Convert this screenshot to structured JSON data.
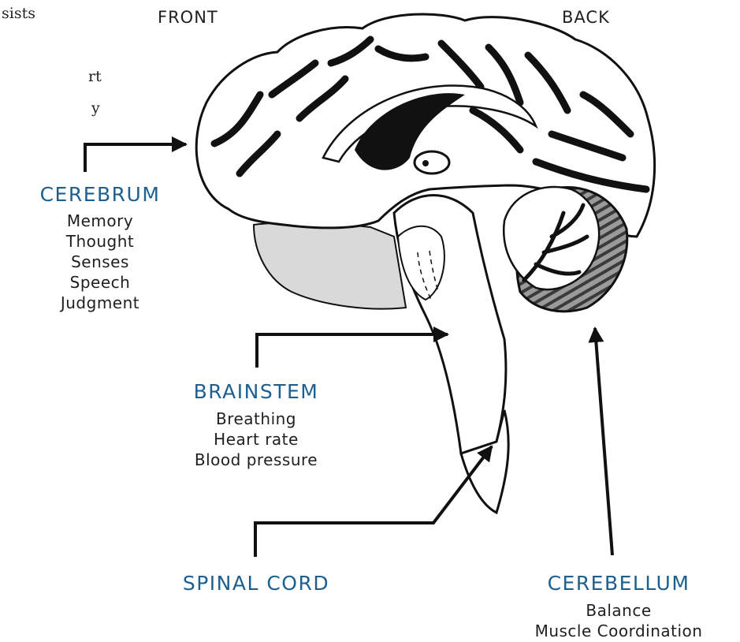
{
  "left_text_fragments": [
    "sists",
    "rt",
    "y"
  ],
  "orientation": {
    "front": "FRONT",
    "back": "BACK"
  },
  "regions": {
    "cerebrum": {
      "label": "CEREBRUM",
      "functions": [
        "Memory",
        "Thought",
        "Senses",
        "Speech",
        "Judgment"
      ]
    },
    "brainstem": {
      "label": "BRAINSTEM",
      "functions": [
        "Breathing",
        "Heart rate",
        "Blood pressure"
      ]
    },
    "spinal_cord": {
      "label": "SPINAL CORD"
    },
    "cerebellum": {
      "label": "CEREBELLUM",
      "functions": [
        "Balance",
        "Muscle Coordination"
      ]
    }
  },
  "colors": {
    "label": "#1d5f8f",
    "ink": "#111111",
    "shade": "#d9d9d9",
    "cerebellum_stripe": "#8a8a8a"
  }
}
